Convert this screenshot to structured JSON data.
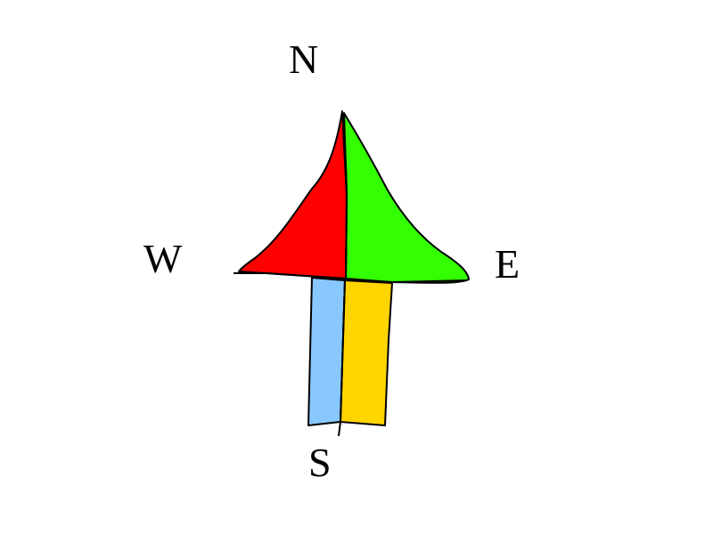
{
  "labels": {
    "north": "N",
    "west": "W",
    "east": "E",
    "south": "S"
  },
  "colors": {
    "arrowhead_left": "#ff0000",
    "arrowhead_right": "#33ff00",
    "shaft_left": "#88c8ff",
    "shaft_right": "#ffd500",
    "outline": "#000000",
    "background": "#ffffff"
  }
}
